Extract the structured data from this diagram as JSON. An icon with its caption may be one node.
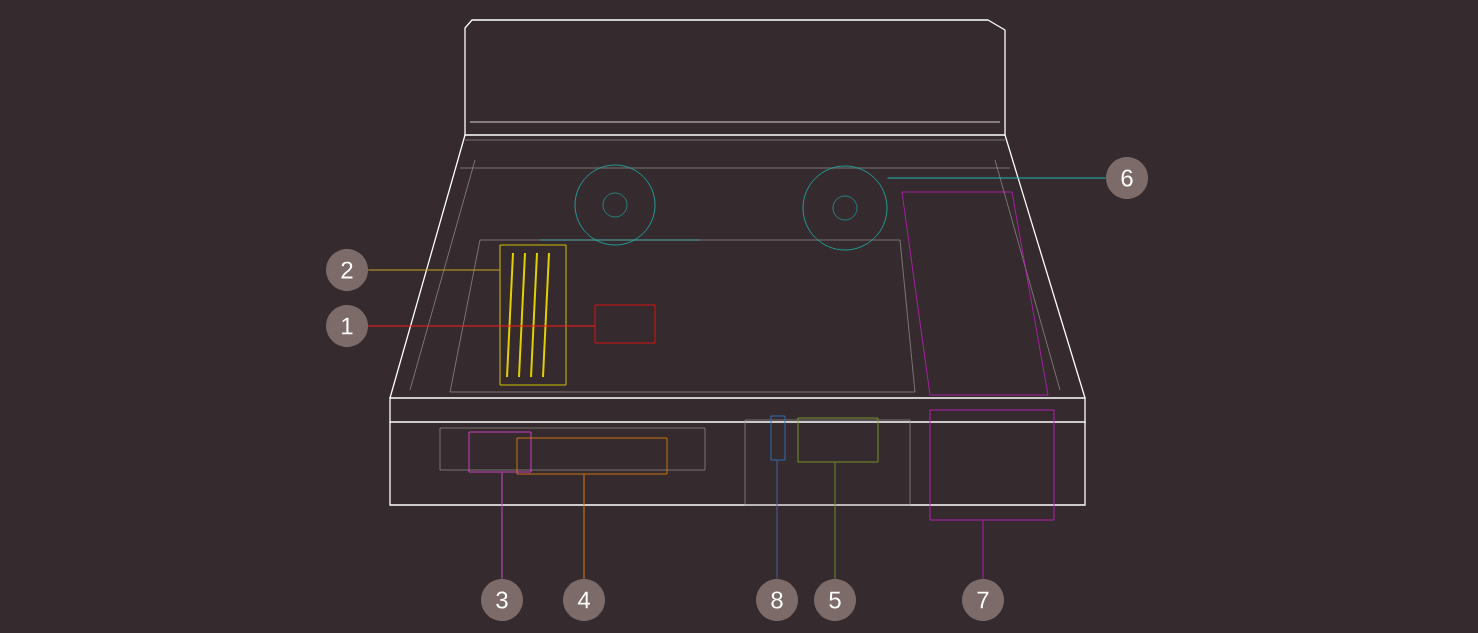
{
  "diagram": {
    "nodes": [
      {
        "text": [
          "6"
        ]
      },
      {
        "text": [
          "2"
        ]
      },
      {
        "text": [
          "1"
        ]
      },
      {
        "text": [
          "3"
        ]
      },
      {
        "text": [
          "4"
        ]
      },
      {
        "text": [
          "8"
        ]
      },
      {
        "text": [
          "5"
        ]
      },
      {
        "text": [
          "7"
        ]
      },
      {
        "text": [],
        "shape": "circle"
      },
      {
        "text": [],
        "shape": "box"
      },
      {
        "text": [],
        "shape": "box"
      },
      {
        "text": [],
        "shape": "box"
      },
      {
        "text": [],
        "shape": "box"
      },
      {
        "text": [],
        "shape": "box"
      },
      {
        "text": [],
        "shape": "box"
      },
      {
        "text": [],
        "shape": "box"
      }
    ],
    "edges": [
      {
        "from": 0,
        "to": 8,
        "arrow": "none",
        "color": "#1fb5b5"
      },
      {
        "from": 1,
        "to": 9,
        "arrow": "none",
        "color": "#c9a227"
      },
      {
        "from": 2,
        "to": 10,
        "arrow": "none",
        "color": "#ff1a1a"
      },
      {
        "from": 3,
        "to": 11,
        "arrow": "none",
        "color": "#c050c0"
      },
      {
        "from": 4,
        "to": 12,
        "arrow": "none",
        "color": "#e07818"
      },
      {
        "from": 5,
        "to": 13,
        "arrow": "none",
        "color": "#5a5a9a"
      },
      {
        "from": 6,
        "to": 14,
        "arrow": "none",
        "color": "#6f8f2f"
      },
      {
        "from": 7,
        "to": 15,
        "arrow": "none",
        "color": "#b020b0"
      }
    ]
  }
}
